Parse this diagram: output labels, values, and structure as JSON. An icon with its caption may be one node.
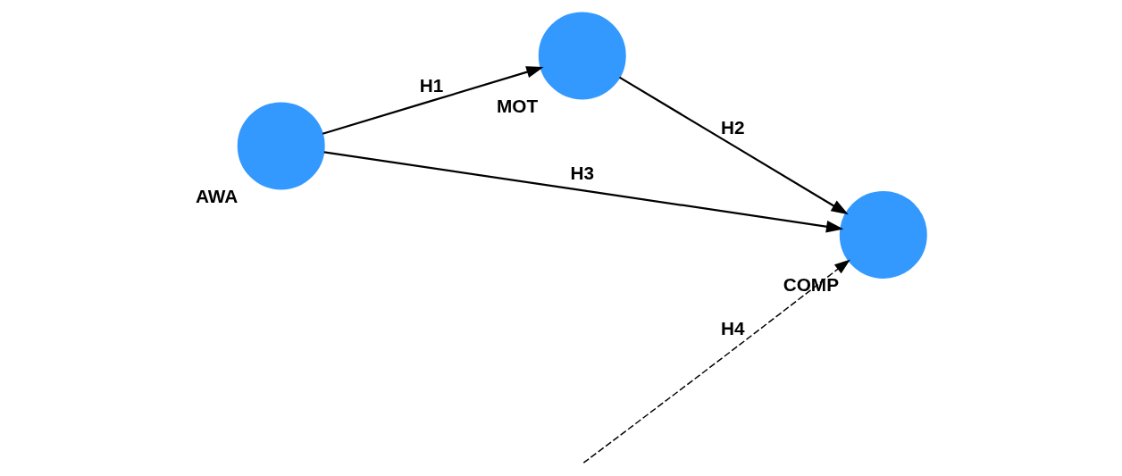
{
  "diagram": {
    "nodes": [
      {
        "text": [
          "AWA"
        ]
      },
      {
        "text": [
          "MOT"
        ]
      },
      {
        "text": [
          "COMP"
        ]
      }
    ],
    "edges": [
      {
        "from": 0,
        "to": 1,
        "arrow": "to",
        "label": "H1"
      },
      {
        "from": 1,
        "to": 2,
        "arrow": "to",
        "label": "H2"
      },
      {
        "from": 0,
        "to": 2,
        "arrow": "to",
        "label": "H3"
      },
      {
        "from": null,
        "to": 2,
        "arrow": "to",
        "label": "H4",
        "style": "dashed"
      }
    ]
  }
}
